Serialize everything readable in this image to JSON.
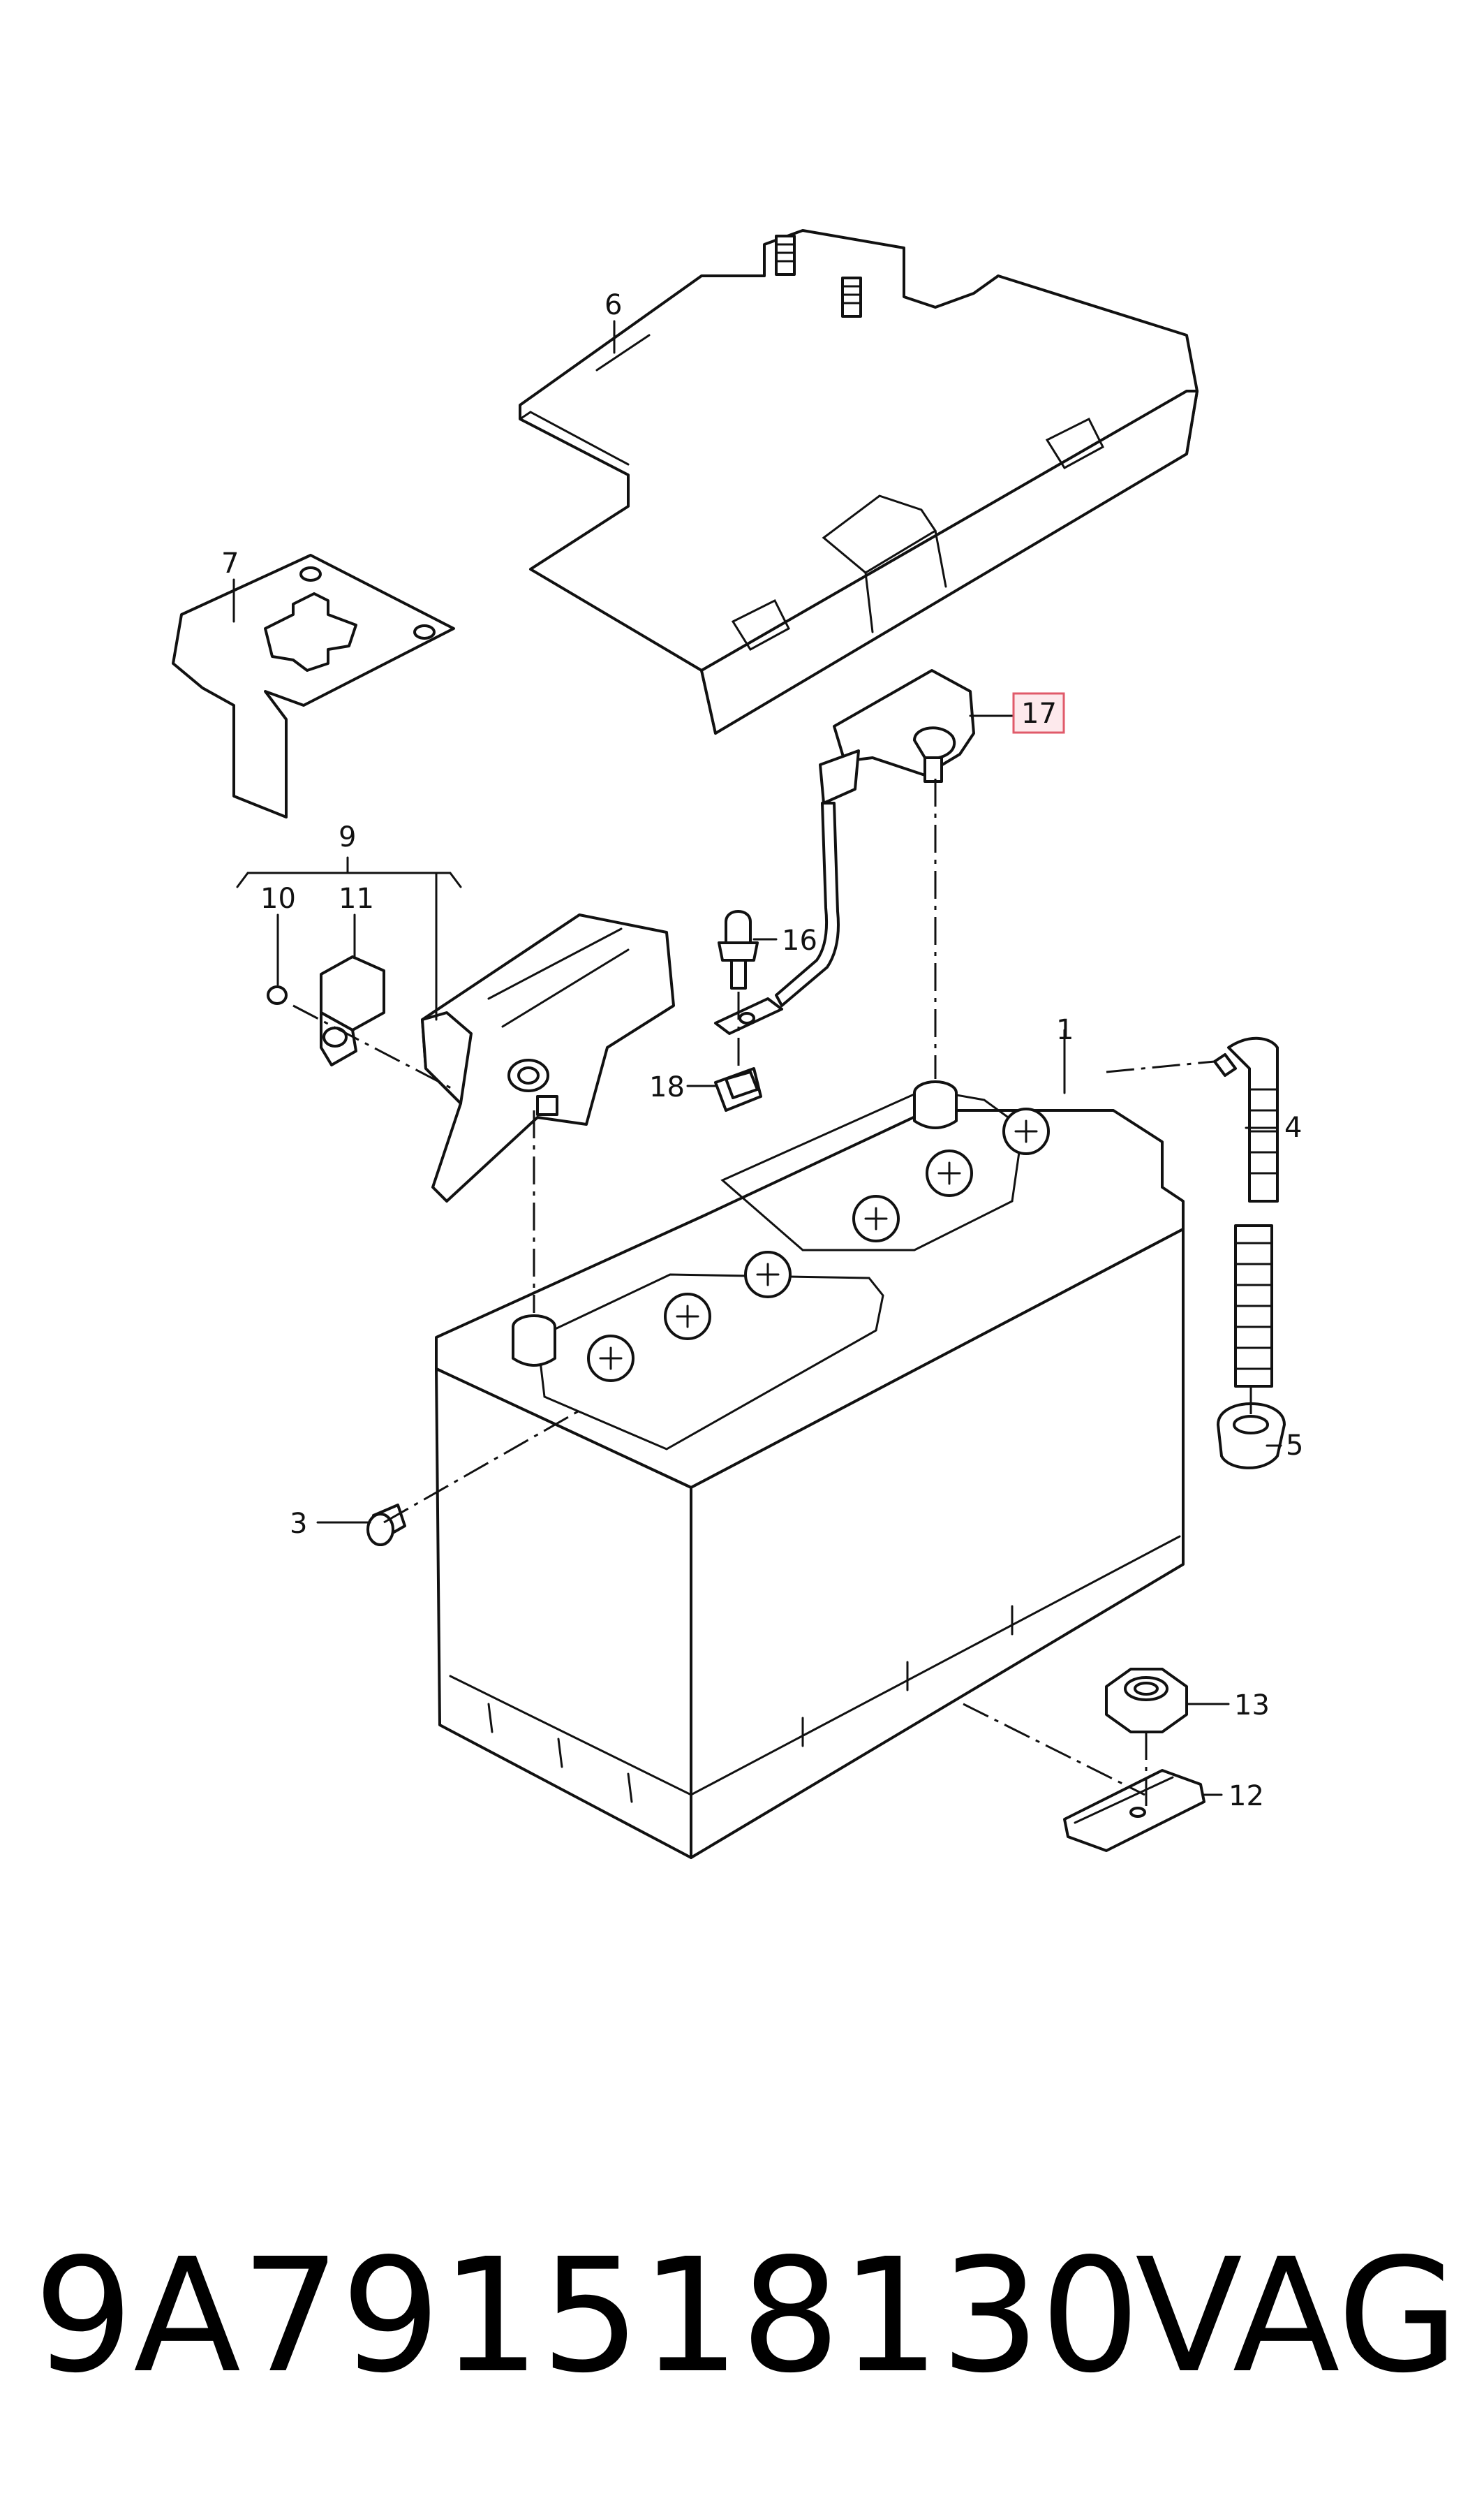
{
  "callouts": {
    "c1": "1",
    "c3": "3",
    "c4": "4",
    "c5": "5",
    "c6": "6",
    "c7": "7",
    "c9": "9",
    "c10": "10",
    "c11": "11",
    "c12": "12",
    "c13": "13",
    "c16": "16",
    "c17": "17",
    "c18": "18"
  },
  "highlight": {
    "callout": "17",
    "color": "#e05a6a",
    "fill": "#fde9ec"
  },
  "footer": {
    "part_number": "9A791518130",
    "brand": "VAG"
  }
}
